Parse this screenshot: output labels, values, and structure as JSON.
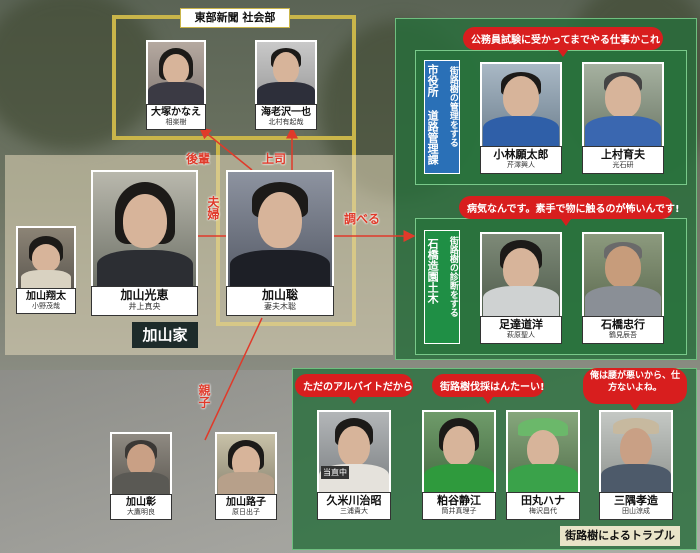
{
  "groups": {
    "newspaper": "東部新聞 社会部",
    "family": "加山家",
    "city_office": "市役所 道路管理課",
    "city_office_desc": "街路樹の管理をする",
    "landscaping": "石橋造園土木",
    "landscaping_desc": "街路樹の診断をする",
    "trouble": "街路樹によるトラブル"
  },
  "relations": {
    "senior": "上司",
    "junior": "後輩",
    "spouse": "夫婦",
    "parent": "親子",
    "investigate": "調べる"
  },
  "bubbles": {
    "city_office": "公務員試験に受かってまでやる仕事かこれ",
    "landscaping": "病気なんです。素手で物に触るのが怖いんです!",
    "kumekawa": "ただのアルバイトだから",
    "kasuya": "街路樹伐採はんたーい!",
    "mikuma": "俺は腰が悪いから、仕方ないよね。"
  },
  "badge_kumekawa": "当直中",
  "characters": [
    {
      "id": "otsuka",
      "name": "大塚かなえ",
      "actor": "相楽樹"
    },
    {
      "id": "ebisawa",
      "name": "海老沢一也",
      "actor": "北村有起哉"
    },
    {
      "id": "kayama-shota",
      "name": "加山翔太",
      "actor": "小野茂哉"
    },
    {
      "id": "kayama-mitsue",
      "name": "加山光恵",
      "actor": "井上真央"
    },
    {
      "id": "kayama-satoshi",
      "name": "加山聡",
      "actor": "妻夫木聡"
    },
    {
      "id": "kobayashi",
      "name": "小林願太郎",
      "actor": "芹澤興人"
    },
    {
      "id": "kamimura",
      "name": "上村育夫",
      "actor": "光石研"
    },
    {
      "id": "adachi",
      "name": "足達道洋",
      "actor": "萩原聖人"
    },
    {
      "id": "ishibashi",
      "name": "石橋忠行",
      "actor": "鶴見辰吾"
    },
    {
      "id": "kayama-akira",
      "name": "加山彰",
      "actor": "大鷹明良"
    },
    {
      "id": "kayama-michiko",
      "name": "加山路子",
      "actor": "原日出子"
    },
    {
      "id": "kumekawa",
      "name": "久米川治昭",
      "actor": "三浦貴大"
    },
    {
      "id": "kasuya",
      "name": "粕谷静江",
      "actor": "筒井真理子"
    },
    {
      "id": "tamaru",
      "name": "田丸ハナ",
      "actor": "梅沢昌代"
    },
    {
      "id": "mikuma",
      "name": "三隅孝造",
      "actor": "田山涼成"
    }
  ]
}
